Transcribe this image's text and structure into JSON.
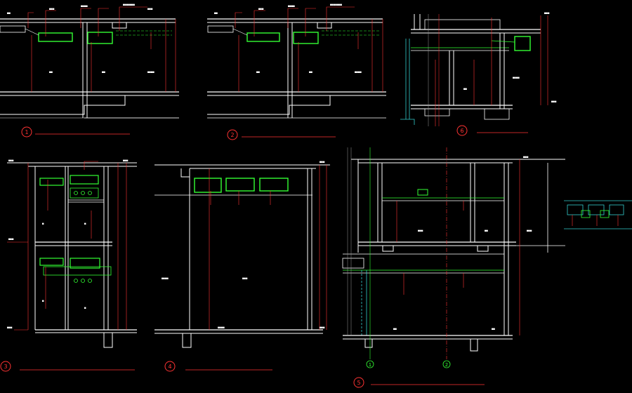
{
  "colors": {
    "background": "#000000",
    "structure": "#ffffff",
    "duct": "#33ff33",
    "leader": "#ff3333",
    "dimension": "#ff3333",
    "axis": "#33ff33",
    "title": "#ffff66",
    "grey": "#9a9a9a",
    "cyan": "#33cccc"
  },
  "sections": [
    {
      "id": "s1",
      "number": "1",
      "title": "",
      "scale": ""
    },
    {
      "id": "s2",
      "number": "2",
      "title": "",
      "scale": ""
    },
    {
      "id": "s3",
      "number": "3",
      "title": "",
      "scale": ""
    },
    {
      "id": "s4",
      "number": "4",
      "title": "",
      "scale": ""
    },
    {
      "id": "s5",
      "number": "5",
      "title": "",
      "scale": ""
    },
    {
      "id": "s6",
      "number": "6",
      "title": "",
      "scale": ""
    }
  ],
  "axis_labels": [
    "1",
    "2"
  ],
  "legend_label": "",
  "key_plan_label": ""
}
